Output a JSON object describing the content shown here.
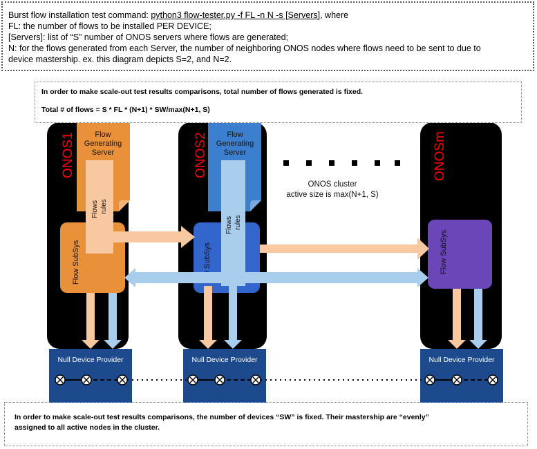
{
  "command_box": {
    "line1_prefix": "Burst flow installation test command: ",
    "line1_cmd": "python3 flow-tester.py -f FL -n N -s [Servers],",
    "line1_suffix": " where",
    "line2": "FL: the number of flows to be installed PER DEVICE;",
    "line3": "[Servers]: list of “S” number of ONOS servers where flows are generated;",
    "line4": "N: for the flows generated from each Server, the number of neighboring ONOS nodes where flows need to be sent to due to",
    "line5": "device mastership. ex. this diagram depicts S=2, and N=2."
  },
  "flows_box": {
    "line1": "In order to make scale-out test results comparisons, total number of flows generated is fixed.",
    "line2": "Total # of flows = S * FL * (N+1) * SW/max(N+1, S)"
  },
  "devices_box": {
    "line1": "In order to make scale-out test results comparisons, the number of devices “SW” is fixed. Their mastership are “evenly”",
    "line2": "assigned to all active nodes in the cluster."
  },
  "nodes": [
    {
      "name": "ONOS1",
      "server_line1": "Flow",
      "server_line2": "Generating",
      "server_line3": "Server",
      "rules_line1": "Flows",
      "rules_line2": "rules",
      "subsys": "Flow SubSys",
      "provider": "Null Device Provider"
    },
    {
      "name": "ONOS2",
      "server_line1": "Flow",
      "server_line2": "Generating",
      "server_line3": "Server",
      "rules_line1": "Flows",
      "rules_line2": "rules",
      "subsys": "w SubSys",
      "provider": "Null Device Provider"
    },
    {
      "name": "ONOSm",
      "subsys": "Flow SubSys",
      "provider": "Null Device Provider"
    }
  ],
  "cluster_note": {
    "line1": "ONOS cluster",
    "line2": "active size is max(N+1, S)"
  },
  "colors": {
    "node_bg": "#000000",
    "node_label": "#ff0000",
    "server1": "#e8913a",
    "server1_light": "#f8c9a0",
    "server2": "#3d7fcf",
    "server2_light": "#a9cdec",
    "subsys1": "#e8913a",
    "subsys2": "#3366cc",
    "subsys3": "#6b46b8",
    "provider_bg": "#1d4a8c",
    "arrow_orange": "#f8c9a0",
    "arrow_blue": "#a9cdec"
  }
}
